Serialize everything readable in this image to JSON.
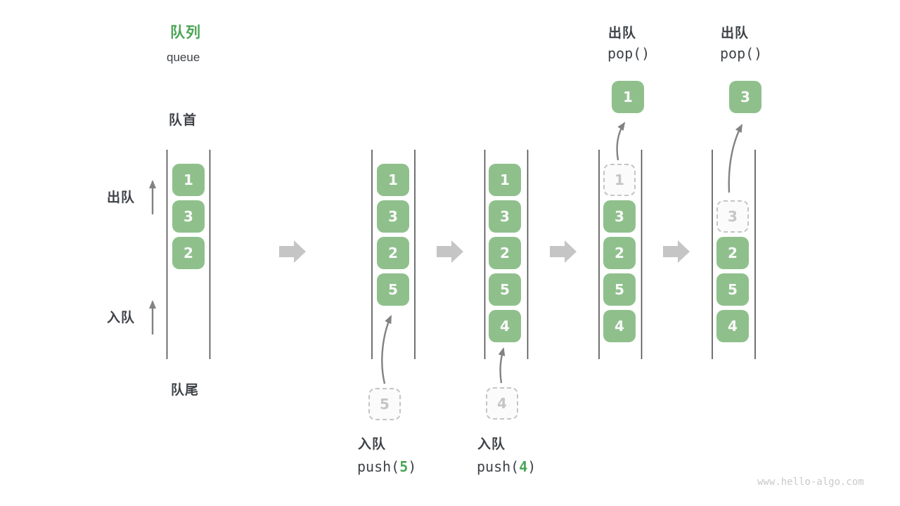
{
  "diagram": {
    "title_zh": "队列",
    "title_en": "queue",
    "front_label": "队首",
    "rear_label": "队尾",
    "dequeue_label": "出队",
    "enqueue_label": "入队",
    "watermark": "www.hello-algo.com"
  },
  "colors": {
    "accent_green": "#4ca456",
    "box_green": "#8fc08c",
    "box_number_white": "#fafafa",
    "ghost_gray": "#c5c5c5",
    "text_dark": "#3e4247",
    "block_arrow_gray": "#c5c5c5",
    "wall_line_dark": "#4e4e4e",
    "thin_arrow_gray": "#828282",
    "watermark_gray": "#c9c9c9"
  },
  "operations": {
    "push5": {
      "label": "入队",
      "code_before": "push(",
      "arg": "5",
      "code_after": ")"
    },
    "push4": {
      "label": "入队",
      "code_before": "push(",
      "arg": "4",
      "code_after": ")"
    },
    "pop1": {
      "label": "出队",
      "code": "pop()"
    },
    "pop3": {
      "label": "出队",
      "code": "pop()"
    }
  },
  "states": [
    {
      "slots": [
        "1",
        "3",
        "2"
      ]
    },
    {
      "slots": [
        "1",
        "3",
        "2",
        "5"
      ],
      "pending": "5"
    },
    {
      "slots": [
        "1",
        "3",
        "2",
        "5",
        "4"
      ],
      "pending": "4"
    },
    {
      "slots": [
        "1",
        "3",
        "2",
        "5",
        "4"
      ],
      "removed_slot": 0,
      "popped": "1"
    },
    {
      "slots": [
        "3",
        "2",
        "5",
        "4"
      ],
      "removed_slot": 0,
      "popped": "3"
    }
  ]
}
